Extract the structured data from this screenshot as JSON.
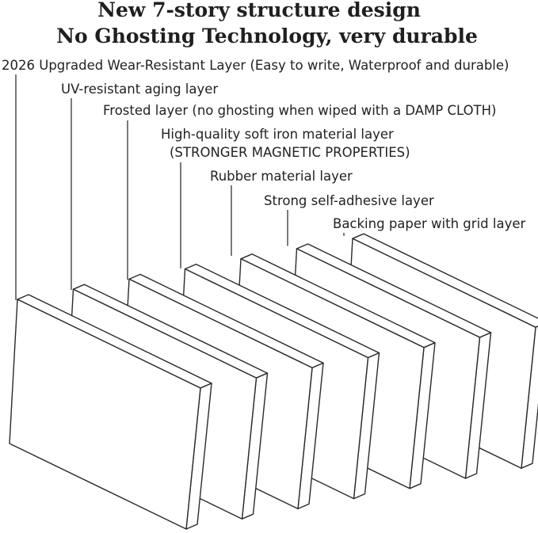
{
  "title": {
    "line1": "New 7-story structure design",
    "line2": "No Ghosting Technology, very durable"
  },
  "layers": [
    {
      "lines": [
        "2026 Upgraded Wear-Resistant Layer (Easy to write, Waterproof and durable)"
      ]
    },
    {
      "lines": [
        "UV-resistant aging layer"
      ]
    },
    {
      "lines": [
        "Frosted layer (no ghosting when wiped with a DAMP CLOTH)"
      ]
    },
    {
      "lines": [
        "High-quality soft iron material layer",
        "(STRONGER MAGNETIC PROPERTIES)"
      ]
    },
    {
      "lines": [
        "Rubber material layer"
      ]
    },
    {
      "lines": [
        "Strong self-adhesive layer"
      ]
    },
    {
      "lines": [
        "Backing paper with grid layer"
      ]
    }
  ]
}
